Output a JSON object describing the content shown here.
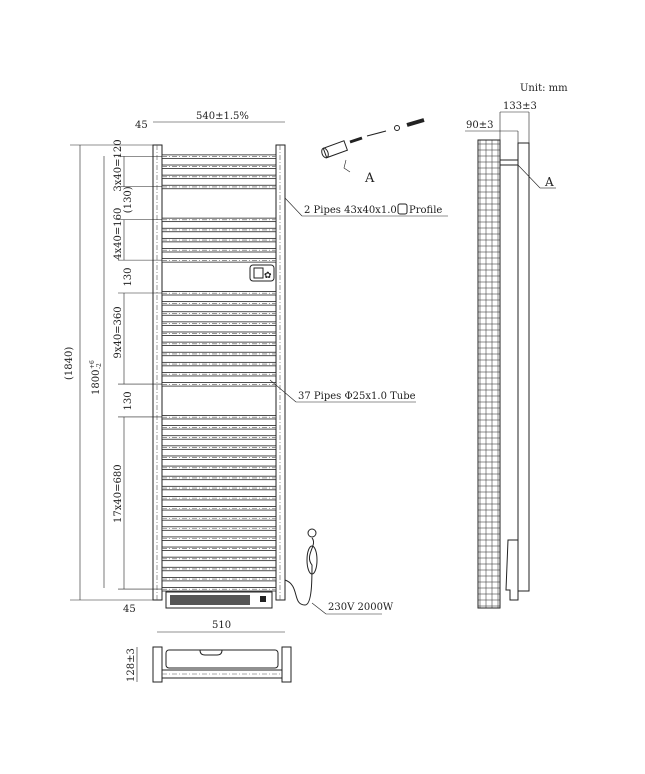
{
  "unit_label": "Unit: mm",
  "front": {
    "width_label": "540±1.5%",
    "top_offset": "45",
    "bottom_offset": "45",
    "total_height": "(1840)",
    "height_main": "1800",
    "height_tol_plus": "+6",
    "height_tol_minus": "-2",
    "groups": [
      {
        "label": "3x40=120",
        "count": 4
      },
      {
        "label": "4x40=160",
        "count": 5
      },
      {
        "label": "9x40=360",
        "count": 10
      },
      {
        "label": "17x40=680",
        "count": 18
      }
    ],
    "gaps": [
      "(130)",
      "130",
      "130"
    ],
    "callout_profile": "2 Pipes 43x40x1.0",
    "callout_profile_suffix": "Profile",
    "callout_tube": "37 Pipes Φ25x1.0 Tube",
    "callout_power": "230V 2000W"
  },
  "detail": {
    "label": "A"
  },
  "side": {
    "depth": "133±3",
    "wall_gap": "90±3",
    "detail_ref": "A"
  },
  "bottom": {
    "width": "510",
    "depth": "128±3"
  }
}
